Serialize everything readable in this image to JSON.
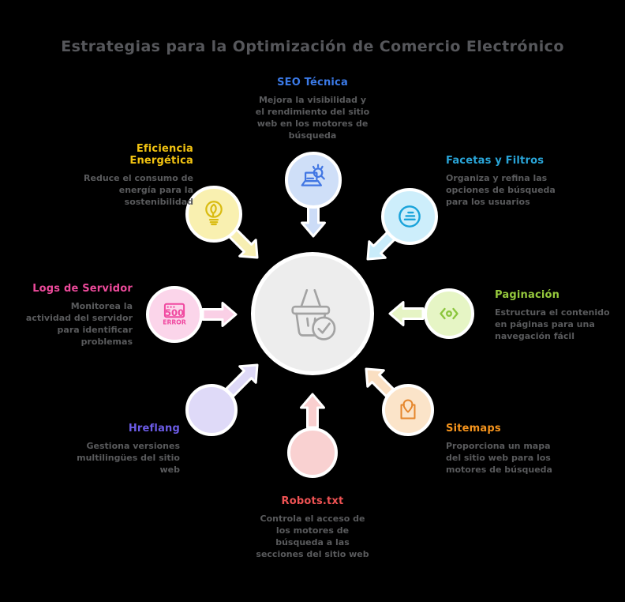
{
  "title": {
    "text": "Estrategias para la Optimización de Comercio Electrónico",
    "color": "#56575b"
  },
  "background": "#000000",
  "description_color": "#595a5c",
  "center": {
    "name": "e-commerce-hub",
    "fill": "#ededed",
    "icon": "shopping-basket-check-icon",
    "icon_color": "#a3a3a3"
  },
  "nodes": [
    {
      "id": "seo-tecnica",
      "position": "top",
      "label": "SEO Técnica",
      "description": "Mejora la visibilidad y el rendimiento del sitio web en los motores de búsqueda",
      "accent": "#3b7ae8",
      "bubble_fill": "#cfdff8",
      "arrow_fill": "#ccdcf7",
      "icon": "laptop-search-icon",
      "icon_color": "#4176e3"
    },
    {
      "id": "facetas-y-filtros",
      "position": "top-right",
      "label": "Facetas y Filtros",
      "description": "Organiza y refina las opciones de búsqueda para los usuarios",
      "accent": "#29a5d8",
      "bubble_fill": "#cdeefb",
      "arrow_fill": "#c9ecfa",
      "icon": "filter-lines-icon",
      "icon_color": "#19a3da"
    },
    {
      "id": "paginacion",
      "position": "right",
      "label": "Paginación",
      "description": "Estructura el contenido en páginas para una navegación fácil",
      "accent": "#96c93d",
      "bubble_fill": "#e6f5c5",
      "arrow_fill": "#e6f4c5",
      "icon": "code-pagination-icon",
      "icon_color": "#8cc63e"
    },
    {
      "id": "sitemaps",
      "position": "bottom-right",
      "label": "Sitemaps",
      "description": "Proporciona un mapa del sitio web para los motores de búsqueda",
      "accent": "#f5941d",
      "bubble_fill": "#fbe4c9",
      "arrow_fill": "#fadfc2",
      "icon": "map-pin-square-icon",
      "icon_color": "#e5862c"
    },
    {
      "id": "robots-txt",
      "position": "bottom",
      "label": "Robots.txt",
      "description": "Controla el acceso de los motores de búsqueda a las secciones del sitio web",
      "accent": "#ee5253",
      "bubble_fill": "#f9d1d1",
      "arrow_fill": "#f9cfcf",
      "icon": "none",
      "icon_color": ""
    },
    {
      "id": "hreflang",
      "position": "bottom-left",
      "label": "Hreflang",
      "description": "Gestiona versiones multilingües del sitio web",
      "accent": "#6c5ce7",
      "bubble_fill": "#dfdaf8",
      "arrow_fill": "#ded9f7",
      "icon": "none",
      "icon_color": ""
    },
    {
      "id": "logs-de-servidor",
      "position": "left",
      "label": "Logs de Servidor",
      "description": "Monitorea la actividad del servidor para identificar problemas",
      "accent": "#ed4a9b",
      "bubble_fill": "#fbd5ea",
      "arrow_fill": "#fad0e6",
      "icon": "server-error-icon",
      "icon_color": "#f0479f",
      "icon_text": {
        "code": "500",
        "word": "ERROR"
      }
    },
    {
      "id": "eficiencia-energetica",
      "position": "top-left",
      "label": "Eficiencia Energética",
      "description": "Reduce el consumo de energía para la sostenibilidad",
      "accent": "#f2c311",
      "bubble_fill": "#f9f0b0",
      "arrow_fill": "#f7eeb2",
      "icon": "eco-bulb-icon",
      "icon_color": "#d9bb10"
    }
  ]
}
